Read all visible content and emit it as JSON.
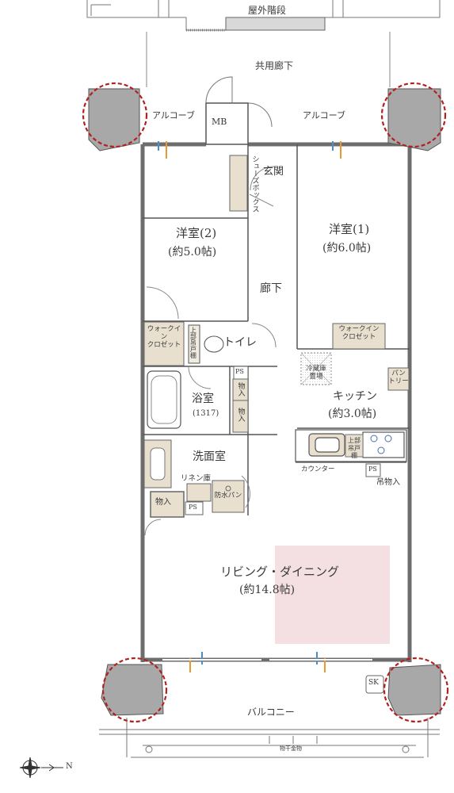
{
  "labels": {
    "exterior_stairs": "屋外階段",
    "common_corridor": "共用廊下",
    "alcove_left": "アルコーブ",
    "alcove_right": "アルコーブ",
    "mb": "MB",
    "entrance": "玄関",
    "shoe_box": "シューズボックス",
    "western_room_2": "洋室(2)",
    "western_room_2_size": "(約5.0帖)",
    "western_room_1": "洋室(1)",
    "western_room_1_size": "(約6.0帖)",
    "hallway": "廊下",
    "walk_in_closet_left": "ウォークイン\nクロゼット",
    "walk_in_closet_right": "ウォークイン\nクロゼット",
    "upper_cabinet_toilet": "上部吊戸棚",
    "toilet": "トイレ",
    "fridge_space": "冷蔵庫\n置場",
    "pantry": "パン\nトリー",
    "ps_1": "PS",
    "ps_2": "PS",
    "ps_3": "PS",
    "storage_1": "物入",
    "storage_2": "物入",
    "storage_3": "物入",
    "bathroom": "浴室",
    "bathroom_size": "(1317)",
    "kitchen": "キッチン",
    "kitchen_size": "(約3.0帖)",
    "upper_cabinet_kitchen": "上部\n吊戸棚",
    "washroom": "洗面室",
    "linen_storage": "リネン庫",
    "waterproof_pan": "防水パン",
    "counter": "カウンター",
    "hanging_storage": "吊物入",
    "living_dining": "リビング・ダイニング",
    "living_dining_size": "(約14.8帖)",
    "sk": "SK",
    "balcony": "バルコニー",
    "laundry_pole": "物干金物",
    "north": "N"
  },
  "colors": {
    "wall": "#7a7a7a",
    "line": "#555555",
    "column_fill": "#a8a8a8",
    "column_ring": "#b32020",
    "storage_fill": "#e8dfcf",
    "living_highlight": "#f4e0e2",
    "window_blue": "#4a90c8",
    "window_orange": "#e89a30"
  }
}
